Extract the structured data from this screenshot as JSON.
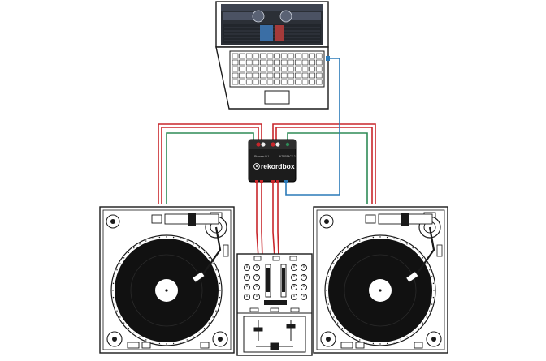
{
  "interface": {
    "logo_text": "rekordbox",
    "brand_label": "Pioneer DJ",
    "model_label": "INTERFACE 2"
  },
  "colors": {
    "red_cable": "#c8262b",
    "green_cable": "#2e8b57",
    "blue_cable": "#2a7ab8",
    "outline": "#1a1a1a",
    "platter": "#111111",
    "device_body": "#1c1c1c",
    "screen_deck": "#3a3f4a"
  },
  "icons": {
    "logo": "rekordbox-logo-icon"
  }
}
